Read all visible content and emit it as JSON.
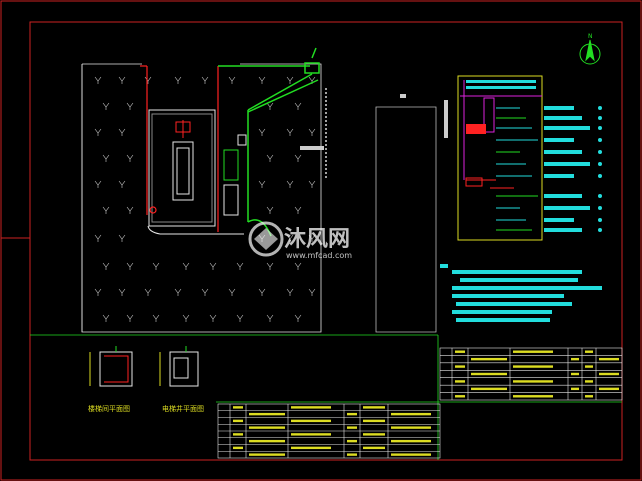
{
  "watermark": {
    "brand": "沐风网",
    "url": "www.mfcad.com"
  },
  "north_arrow": {
    "label": "N"
  },
  "labels": {
    "plan_left_1": "楼梯间平面图",
    "plan_left_2": "电梯井平面图"
  },
  "colors": {
    "background": "#000000",
    "frame": "#cc2222",
    "linework": "#e6e6e6",
    "green": "#22dd22",
    "red": "#ff2222",
    "cyan": "#22dddd",
    "yellow": "#dddd22",
    "magenta": "#dd22dd"
  }
}
